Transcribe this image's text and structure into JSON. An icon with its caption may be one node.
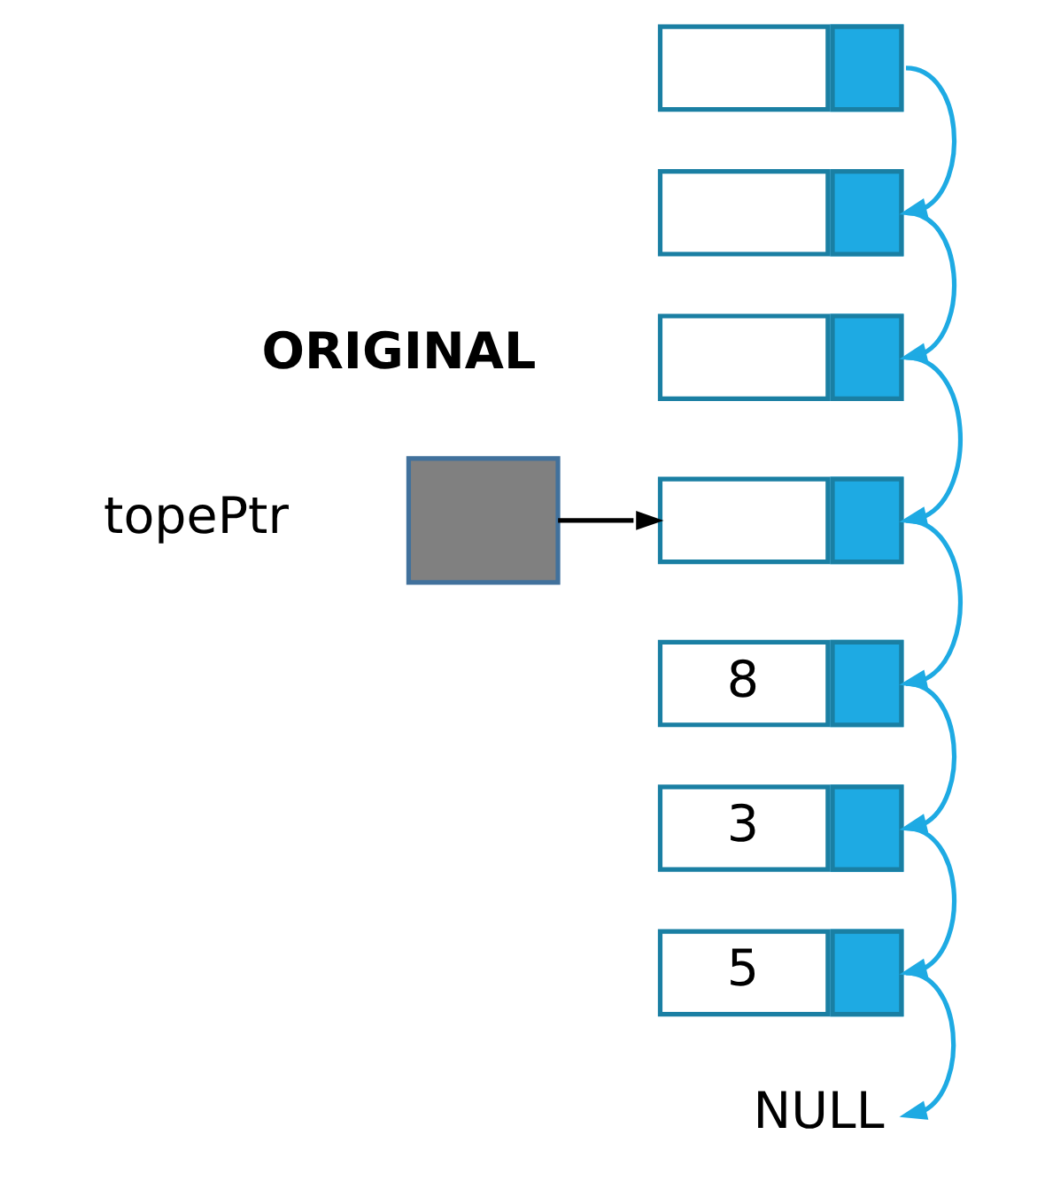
{
  "diagram": {
    "nodes": [
      {
        "text": [],
        "shape": "box"
      },
      {
        "text": [],
        "shape": "box"
      },
      {
        "text": [],
        "shape": "box"
      },
      {
        "text": [],
        "shape": "box",
        "beside": [
          "topePtr"
        ]
      },
      {
        "text": [],
        "shape": "box"
      },
      {
        "text": [
          "8"
        ]
      },
      {
        "text": [
          "3"
        ]
      },
      {
        "text": [
          "5"
        ]
      },
      {
        "text": [
          "NULL"
        ]
      }
    ],
    "edges": [
      {
        "from": 0,
        "to": 1,
        "arrow": "to"
      },
      {
        "from": 1,
        "to": 2,
        "arrow": "to"
      },
      {
        "from": 2,
        "to": 4,
        "arrow": "to"
      },
      {
        "from": 3,
        "to": 4,
        "arrow": "to",
        "color": "#000000"
      },
      {
        "from": 4,
        "to": 5,
        "arrow": "to"
      },
      {
        "from": 5,
        "to": 6,
        "arrow": "to"
      },
      {
        "from": 6,
        "to": 7,
        "arrow": "to"
      },
      {
        "from": 7,
        "to": 8,
        "arrow": "to"
      }
    ],
    "labels": [
      "ORIGINAL"
    ]
  }
}
